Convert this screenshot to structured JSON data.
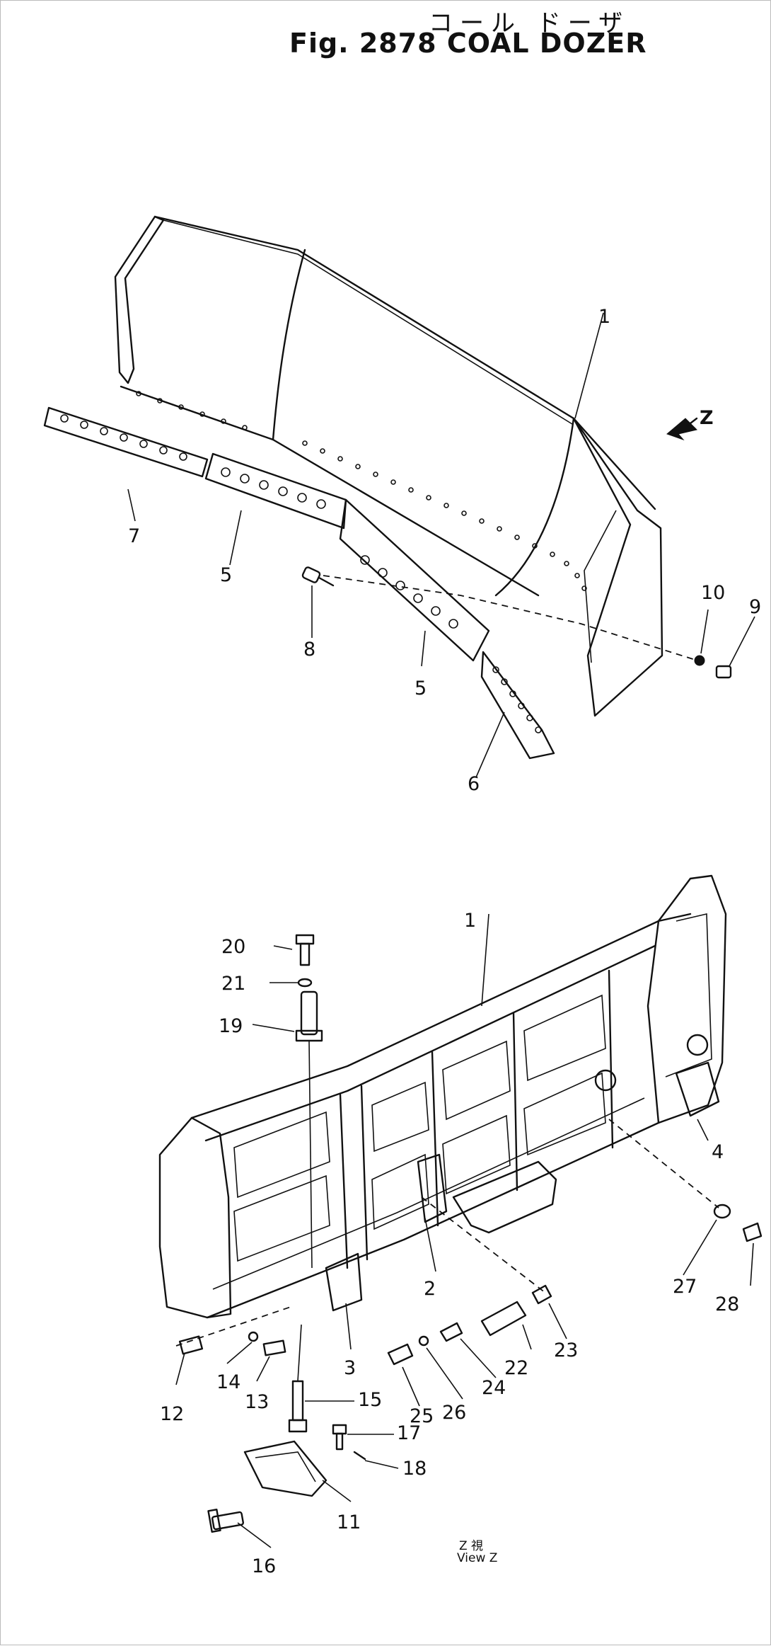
{
  "header": {
    "kana": "コール ドーザ",
    "title": "Fig. 2878  COAL DOZER"
  },
  "top_view": {
    "arrow_label": "Z",
    "callouts": [
      "1",
      "7",
      "5",
      "8",
      "5",
      "6",
      "10",
      "9"
    ]
  },
  "bottom_view": {
    "callouts": [
      "20",
      "21",
      "19",
      "1",
      "4",
      "2",
      "3",
      "27",
      "28",
      "23",
      "22",
      "24",
      "26",
      "25",
      "12",
      "14",
      "13",
      "15",
      "17",
      "18",
      "11",
      "16"
    ],
    "view_note_line1": "Z 視",
    "view_note_line2": "View Z"
  }
}
